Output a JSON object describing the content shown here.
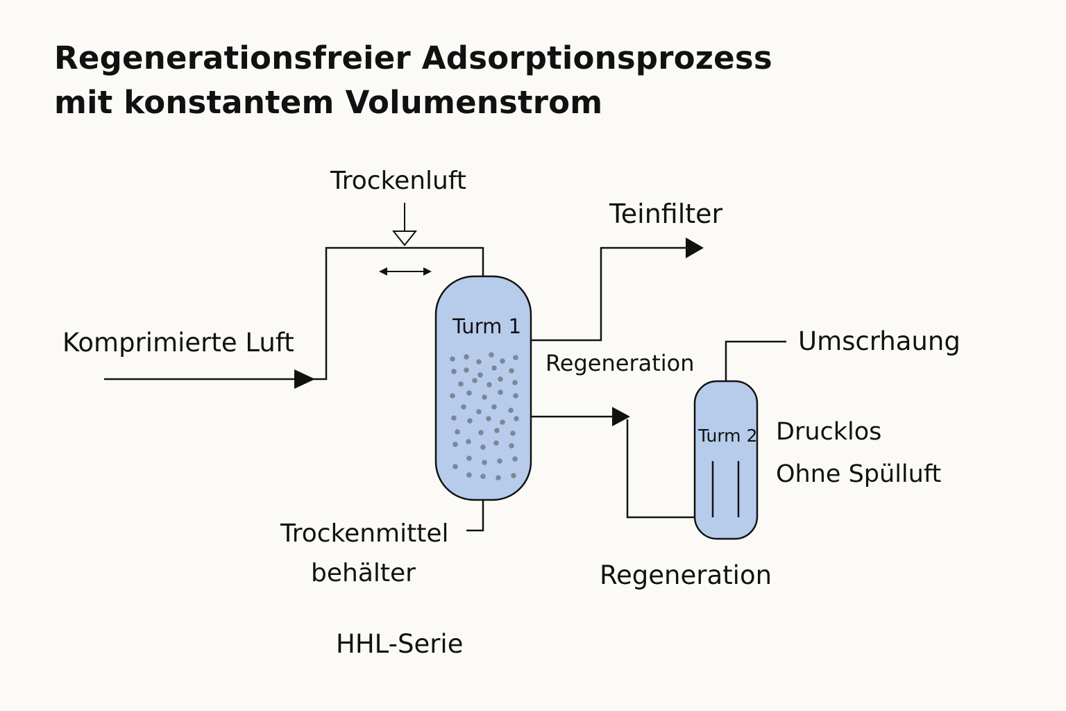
{
  "title": {
    "line1": "Regenerationsfreier Adsorptionsprozess",
    "line2": "mit konstantem Volumenstrom"
  },
  "labels": {
    "trockenluft": "Trockenluft",
    "teinfilter": "Teinfilter",
    "komprimierte_luft": "Komprimierte Luft",
    "turm1": "Turm 1",
    "regeneration_mid": "Regeneration",
    "umscrhaung": "Umscrhaung",
    "turm2": "Turm 2",
    "drucklos": "Drucklos",
    "ohne_spuelluft": "Ohne Spülluft",
    "trockenmittel": "Trockenmittel",
    "behaelter": "behälter",
    "regeneration_bottom": "Regeneration",
    "series": "HHL-Serie"
  },
  "colors": {
    "tower_fill": "#b7cceb",
    "line": "#111111",
    "pellet": "#7c8696",
    "background": "#fbfaf6"
  }
}
